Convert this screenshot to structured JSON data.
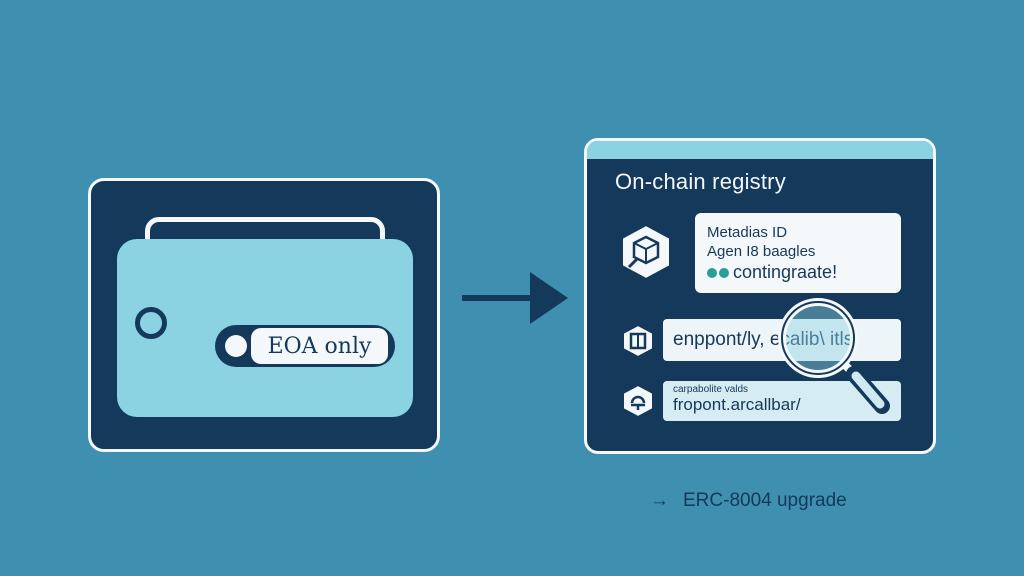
{
  "left_panel": {
    "tag_label": "EOA only"
  },
  "right_panel": {
    "title": "On-chain registry",
    "card_1": {
      "line_1": "Metadias ID",
      "line_2": "Agen I8 baagles",
      "line_3": "contingraate!"
    },
    "card_2": {
      "text": "enppont/ly, ecalib\\ itls"
    },
    "card_3": {
      "small_text": "carpabolite valds",
      "main_text": "fropont.arcallbar/"
    }
  },
  "footer": {
    "arrow": "→",
    "label": "ERC-8004 upgrade"
  },
  "colors": {
    "background": "#3f8fb0",
    "navy": "#15395a",
    "light_cyan": "#8bd3e3",
    "white": "#f4f8fb",
    "teal": "#2a9d9a"
  },
  "icons": [
    "wallet-icon",
    "arrow-right-icon",
    "cube-hex-icon",
    "box-hex-icon",
    "badge-hex-icon",
    "magnifier-icon"
  ]
}
